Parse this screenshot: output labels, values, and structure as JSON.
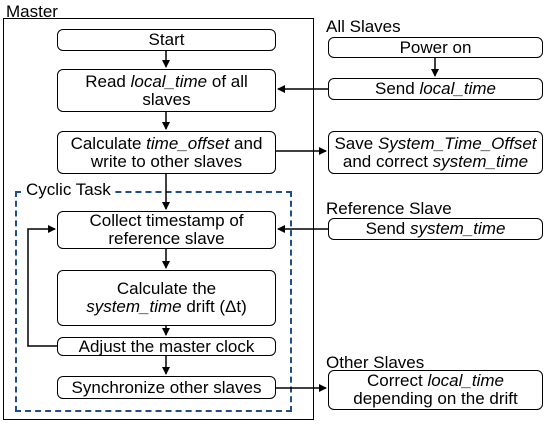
{
  "labels": {
    "master": "Master",
    "all_slaves": "All Slaves",
    "cyclic_task": "Cyclic Task",
    "reference_slave": "Reference Slave",
    "other_slaves": "Other Slaves"
  },
  "master_boxes": {
    "start": "Start",
    "read_1": "Read ",
    "read_em": "local_time",
    "read_2": " of all",
    "read_3": "slaves",
    "calc_1": "Calculate ",
    "calc_em": "time_offset",
    "calc_2": " and",
    "calc_3": "write to other slaves",
    "collect_1": "Collect timestamp of",
    "collect_2": "reference slave",
    "drift_1": "Calculate the",
    "drift_em": "system_time",
    "drift_2": " drift (Δt)",
    "adjust": "Adjust the master clock",
    "sync": "Synchronize other slaves"
  },
  "slave_boxes": {
    "power_on": "Power on",
    "send_lt_1": "Send ",
    "send_lt_em": "local_time",
    "save_1": "Save ",
    "save_em": "System_Time_Offset",
    "save_2": "and correct ",
    "save_em2": "system_time",
    "send_st_1": "Send ",
    "send_st_em": "system_time",
    "correct_1": "Correct ",
    "correct_em": "local_time",
    "correct_2": "depending on the drift"
  },
  "colors": {
    "dashed_border": "#1f4e8c",
    "line": "#000000"
  }
}
